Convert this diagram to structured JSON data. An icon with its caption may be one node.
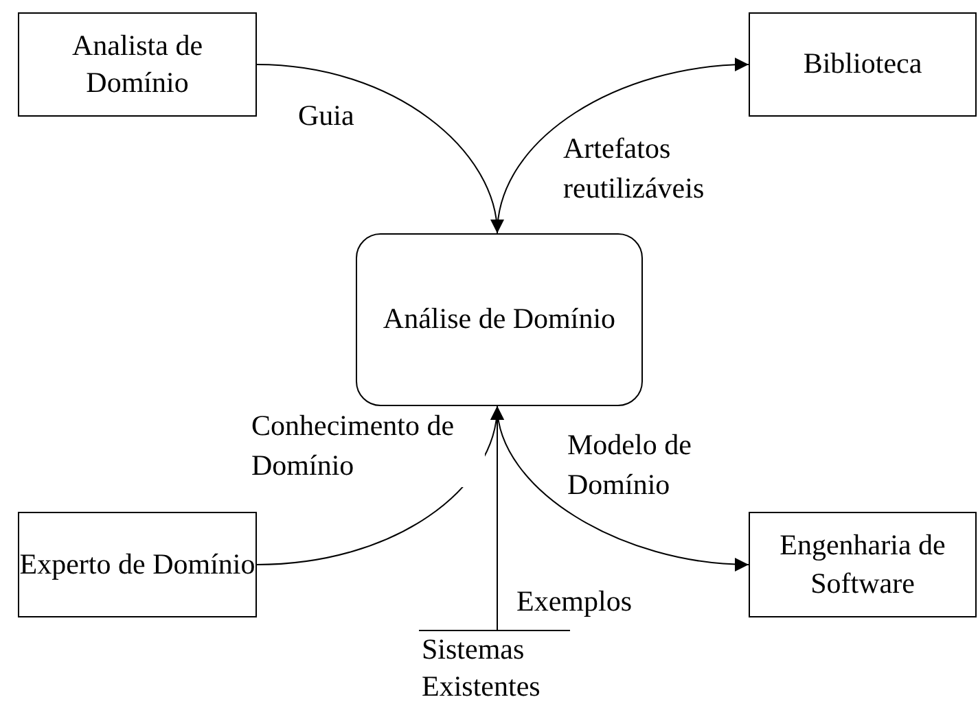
{
  "diagram": {
    "nodes": [
      {
        "text": [
          "Analista de Domínio"
        ]
      },
      {
        "text": [
          "Biblioteca"
        ]
      },
      {
        "text": [
          "Análise de Domínio"
        ]
      },
      {
        "text": [
          "Experto de Domínio"
        ]
      },
      {
        "text": [
          "Engenharia de Software"
        ]
      },
      {
        "text": [
          "Sistemas Existentes"
        ]
      }
    ],
    "edges": [
      {
        "from": 0,
        "to": 2,
        "arrow": "to",
        "label": "Guia"
      },
      {
        "from": 2,
        "to": 1,
        "arrow": "to",
        "label": "Artefatos reutilizáveis"
      },
      {
        "from": 3,
        "to": 2,
        "arrow": "to",
        "label": "Conhecimento de Domínio"
      },
      {
        "from": 5,
        "to": 2,
        "arrow": "to",
        "label": "Exemplos"
      },
      {
        "from": 2,
        "to": 4,
        "arrow": "to",
        "label": "Modelo de Domínio"
      }
    ]
  }
}
